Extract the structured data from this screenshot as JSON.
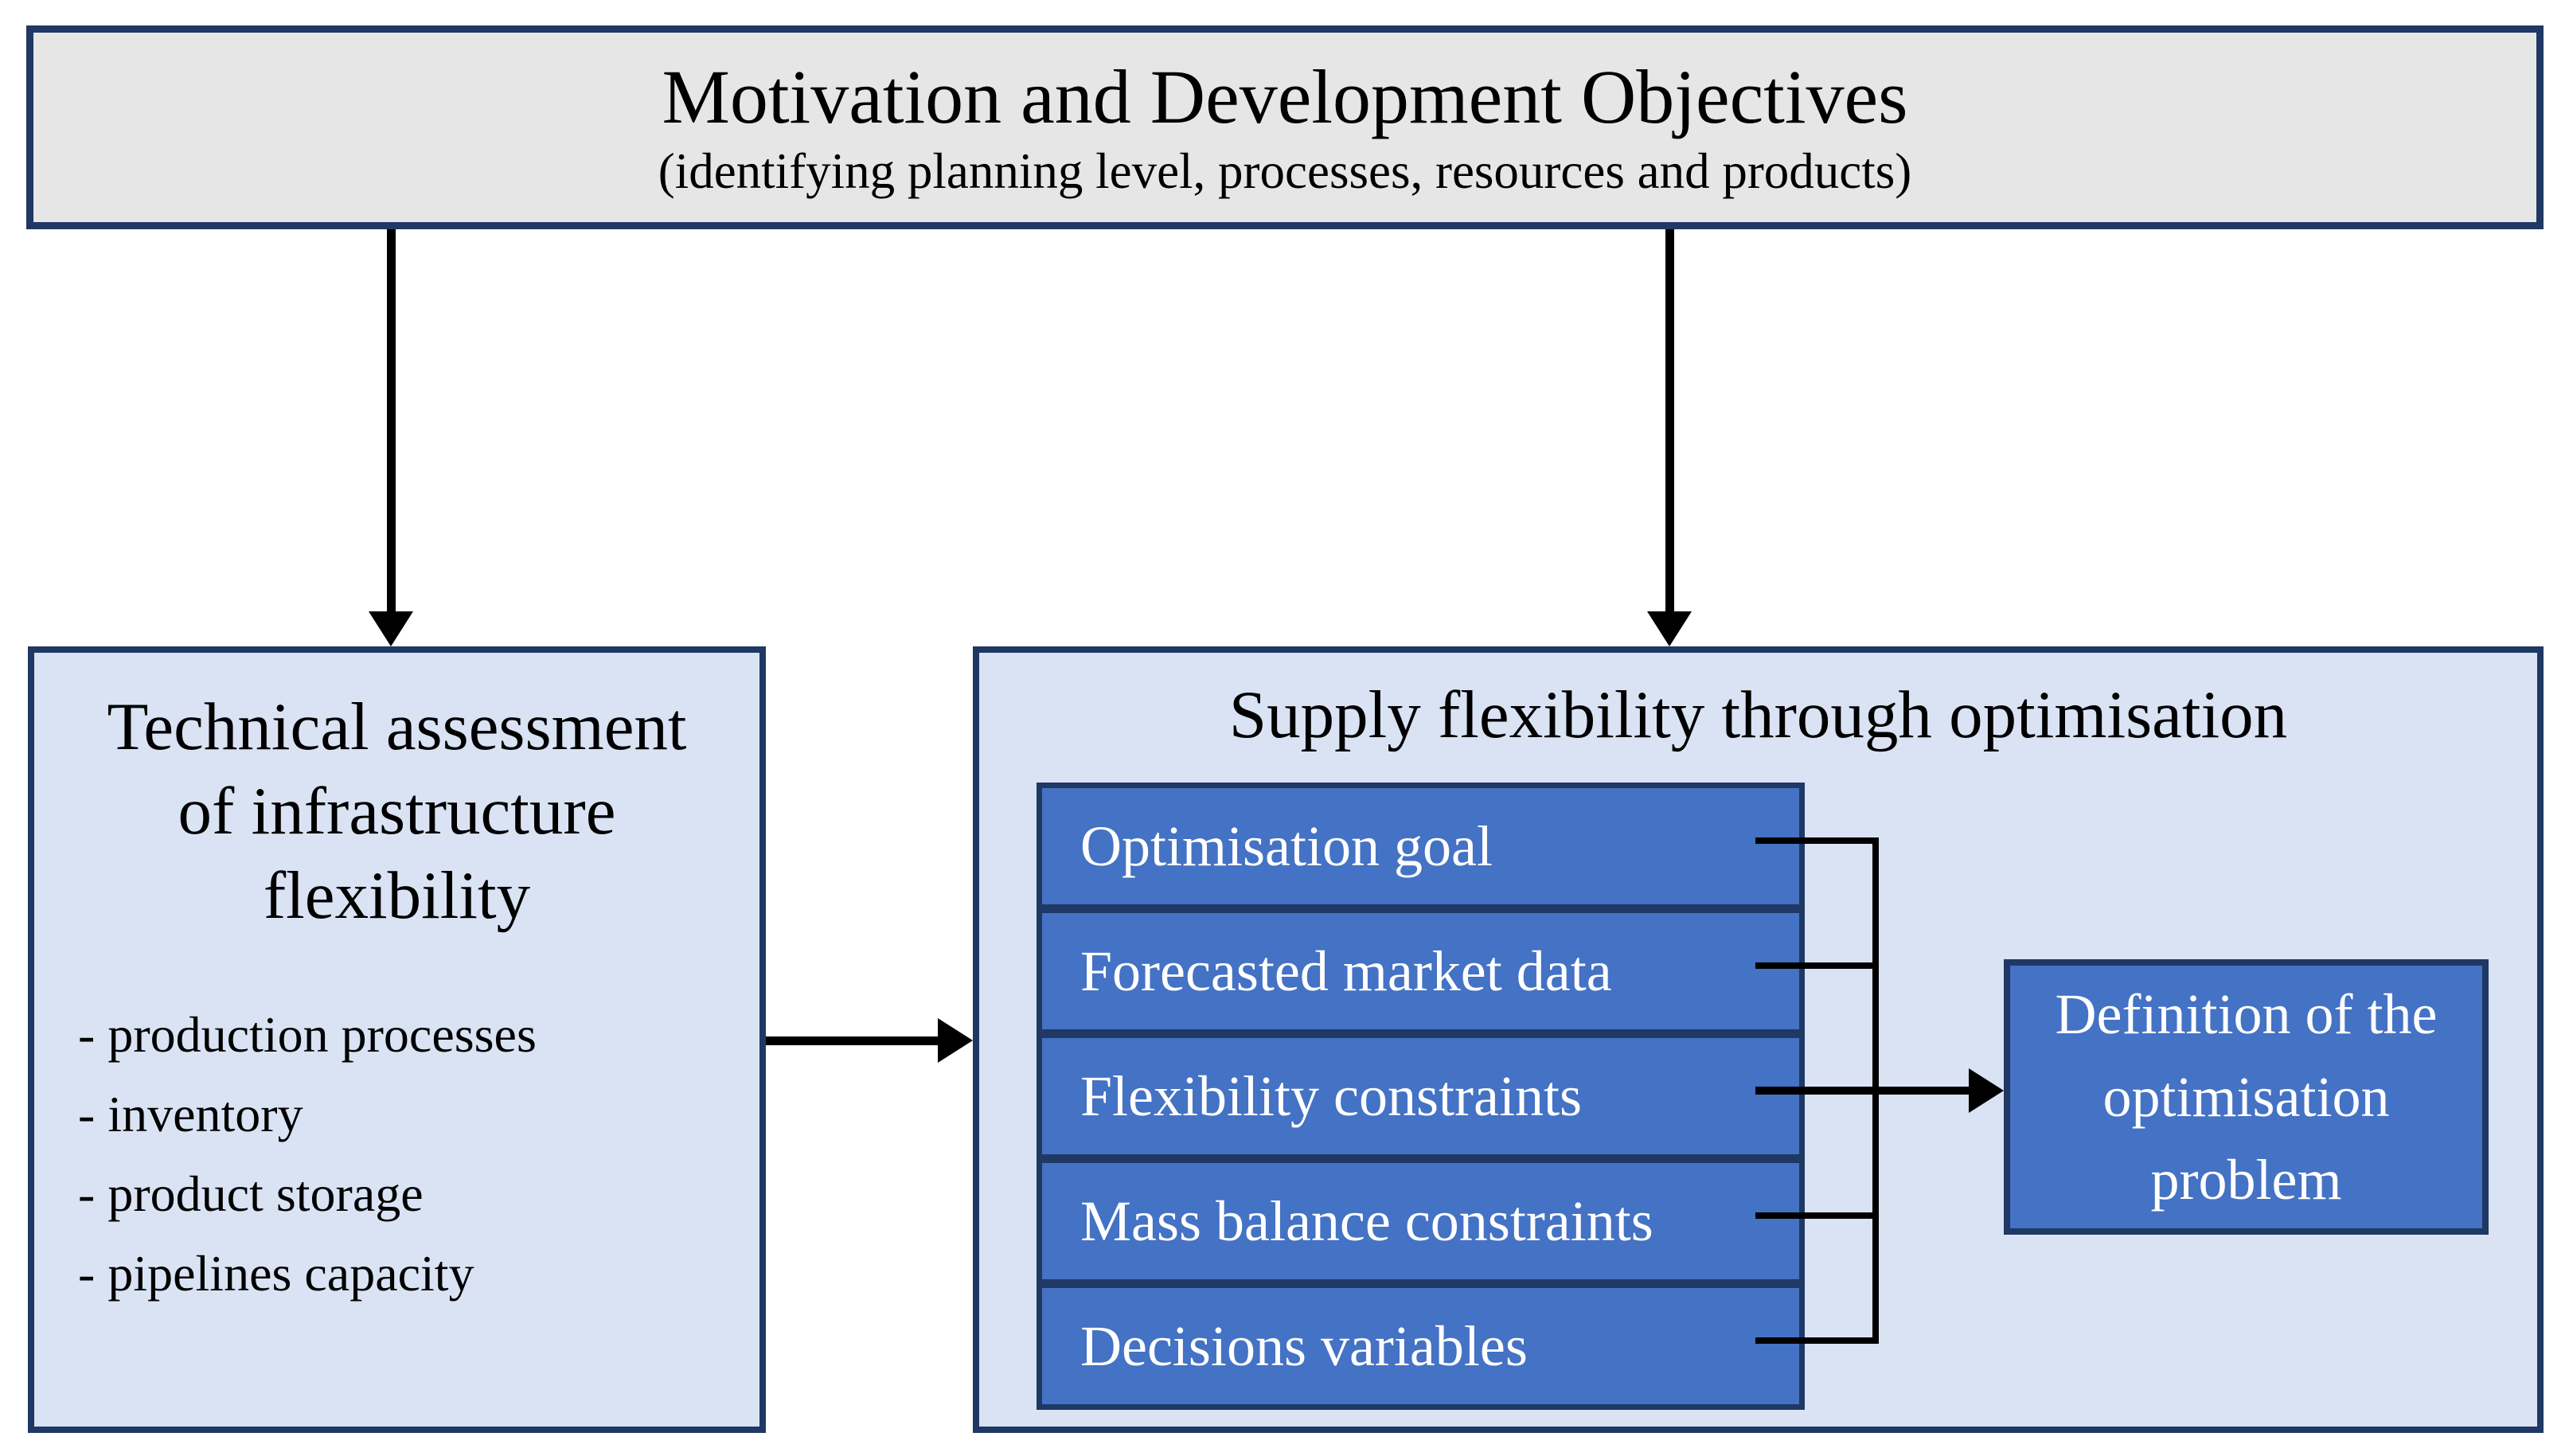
{
  "colors": {
    "page_background": "#ffffff",
    "top_box_fill": "#e7e6e6",
    "panel_fill": "#dae3f3",
    "process_box_fill": "#4472c4",
    "border_navy": "#1f3864",
    "connector_black": "#000000",
    "text_dark": "#000000",
    "text_white": "#ffffff"
  },
  "top_box": {
    "title": "Motivation and Development Objectives",
    "subtitle": "(identifying planning level, processes, resources and products)"
  },
  "left_box": {
    "title_lines": [
      "Technical assessment",
      "of infrastructure",
      "flexibility"
    ],
    "items": [
      "- production processes",
      "- inventory",
      "- product storage",
      "- pipelines capacity"
    ]
  },
  "right_panel": {
    "title": "Supply flexibility through optimisation",
    "boxes": [
      "Optimisation goal",
      "Forecasted market data",
      "Flexibility constraints",
      "Mass balance constraints",
      "Decisions variables"
    ],
    "result_box_lines": [
      "Definition of the",
      "optimisation",
      "problem"
    ]
  }
}
